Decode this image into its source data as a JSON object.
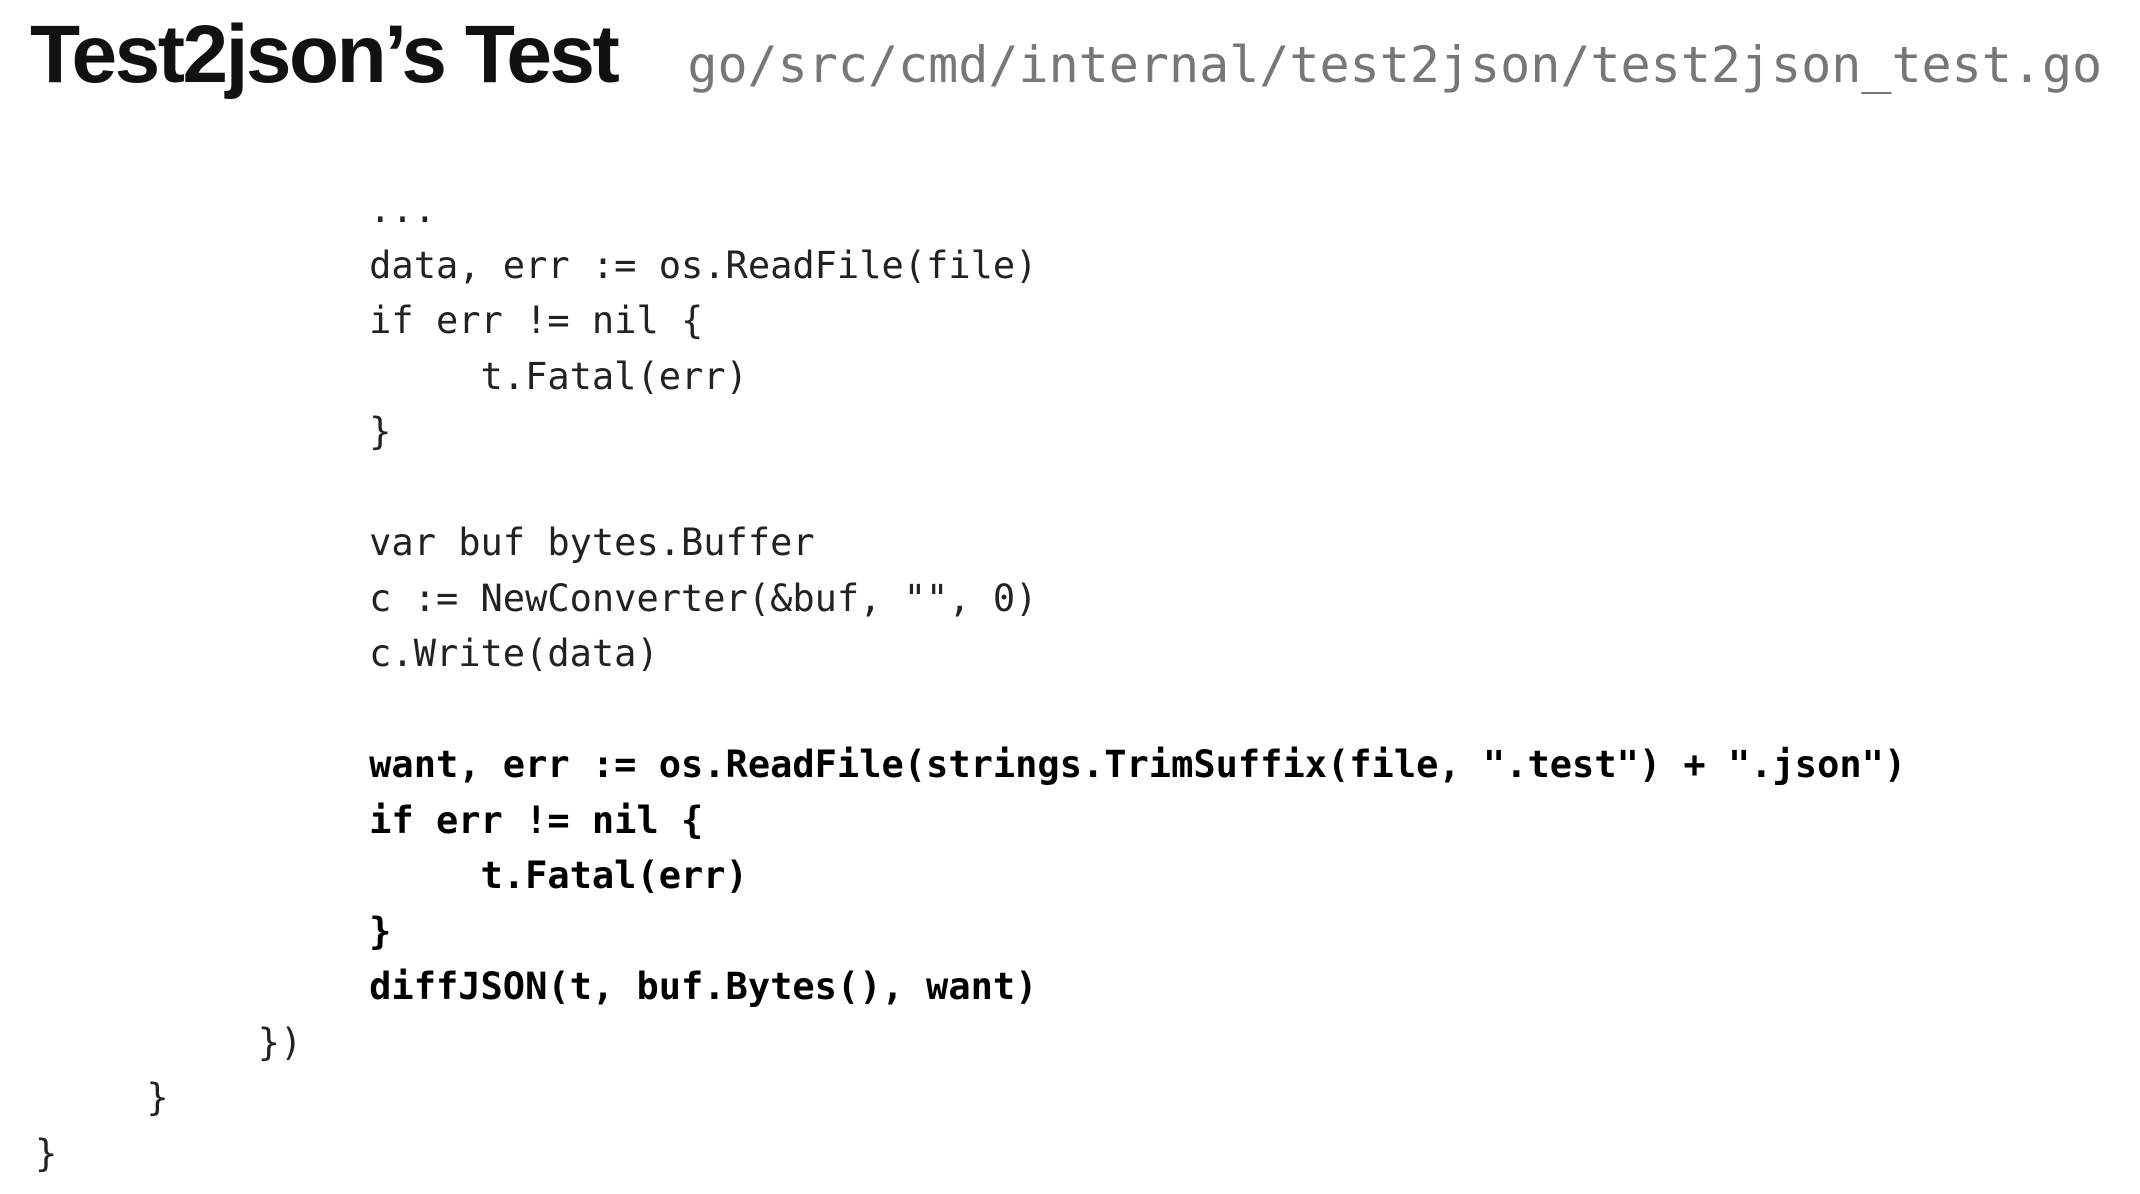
{
  "header": {
    "title": "Test2json’s Test",
    "file_path": "go/src/cmd/internal/test2json/test2json_test.go"
  },
  "code": {
    "language": "go",
    "tab_size": 5,
    "lines": [
      {
        "text": "\t\t\t...",
        "bold": false
      },
      {
        "text": "\t\t\tdata, err := os.ReadFile(file)",
        "bold": false
      },
      {
        "text": "\t\t\tif err != nil {",
        "bold": false
      },
      {
        "text": "\t\t\t\tt.Fatal(err)",
        "bold": false
      },
      {
        "text": "\t\t\t}",
        "bold": false
      },
      {
        "text": "",
        "bold": false
      },
      {
        "text": "\t\t\tvar buf bytes.Buffer",
        "bold": false
      },
      {
        "text": "\t\t\tc := NewConverter(&buf, \"\", 0)",
        "bold": false
      },
      {
        "text": "\t\t\tc.Write(data)",
        "bold": false
      },
      {
        "text": "",
        "bold": false
      },
      {
        "text": "\t\t\twant, err := os.ReadFile(strings.TrimSuffix(file, \".test\") + \".json\")",
        "bold": true
      },
      {
        "text": "\t\t\tif err != nil {",
        "bold": true
      },
      {
        "text": "\t\t\t\tt.Fatal(err)",
        "bold": true
      },
      {
        "text": "\t\t\t}",
        "bold": true
      },
      {
        "text": "\t\t\tdiffJSON(t, buf.Bytes(), want)",
        "bold": true
      },
      {
        "text": "\t\t})",
        "bold": false
      },
      {
        "text": "\t}",
        "bold": false
      },
      {
        "text": "}",
        "bold": false
      }
    ]
  },
  "colors": {
    "background": "#ffffff",
    "title": "#111111",
    "path": "#777777",
    "code": "#222222",
    "code_bold": "#000000"
  }
}
